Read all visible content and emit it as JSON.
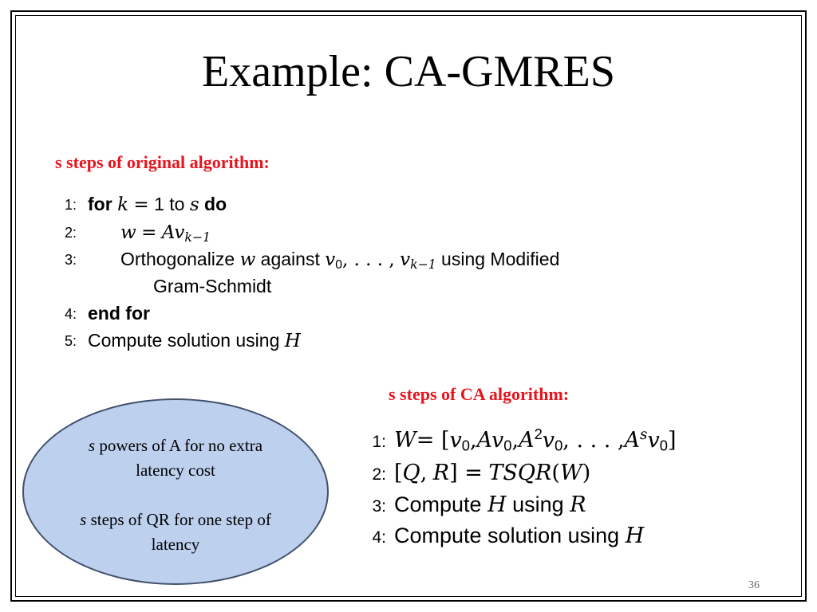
{
  "slide": {
    "title": "Example: CA-GMRES",
    "page_number": "36"
  },
  "original": {
    "heading": "s steps of original algorithm:",
    "lines": [
      {
        "num": "1:",
        "parts": [
          "for",
          "k",
          "=",
          "1 to",
          "s",
          "do"
        ]
      },
      {
        "num": "2:",
        "parts": [
          "w",
          "=",
          "Av",
          "k−1"
        ]
      },
      {
        "num": "3:",
        "parts": [
          "Orthogonalize",
          "w",
          "against",
          "v",
          "0",
          ", . . . ,",
          "v",
          "k−1",
          "using Modified",
          "Gram-Schmidt"
        ]
      },
      {
        "num": "4:",
        "parts": [
          "end for"
        ]
      },
      {
        "num": "5:",
        "parts": [
          "Compute solution using",
          "H"
        ]
      }
    ]
  },
  "ca": {
    "heading": "s steps of CA algorithm:",
    "lines": [
      {
        "num": "1:",
        "parts": [
          "W",
          "= [",
          "v",
          "0",
          ",",
          "Av",
          "0",
          ",",
          "A",
          "2",
          "v",
          "0",
          ", . . . ,",
          "A",
          "s",
          "v",
          "0",
          "]"
        ]
      },
      {
        "num": "2:",
        "parts": [
          "[",
          "Q",
          ",",
          "R",
          "] =",
          "TSQR",
          "(",
          "W",
          ")"
        ]
      },
      {
        "num": "3:",
        "parts": [
          "Compute",
          "H",
          "using",
          "R"
        ]
      },
      {
        "num": "4:",
        "parts": [
          "Compute solution using",
          "H"
        ]
      }
    ]
  },
  "callout": {
    "line1_var": "s",
    "line1_rest": " powers of A for no extra",
    "line2": "latency cost",
    "line3_var": "s",
    "line3_rest": " steps of QR for one step of",
    "line4": "latency"
  },
  "colors": {
    "heading_red": "#e8141d",
    "ellipse_fill": "#bdd0ee",
    "ellipse_border": "#42506c"
  }
}
